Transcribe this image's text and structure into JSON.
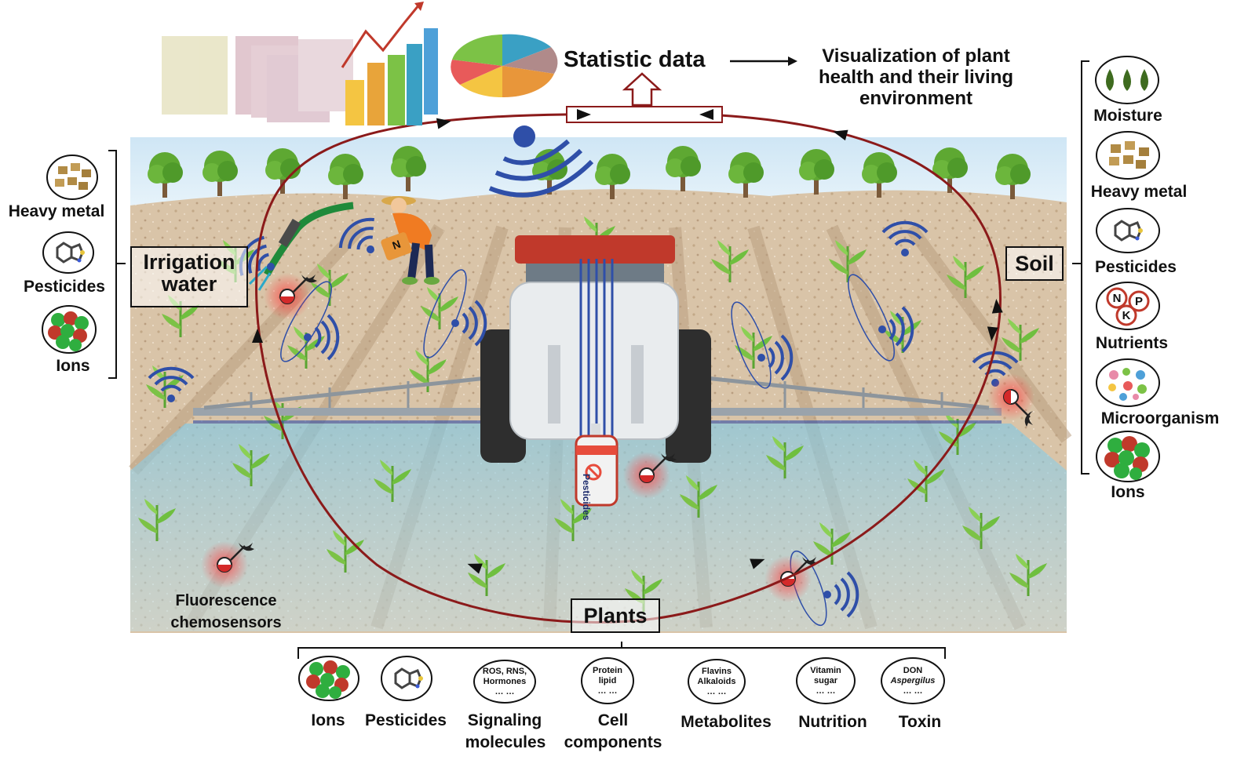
{
  "header": {
    "statistic_data": "Statistic data",
    "visualization": [
      "Visualization of plant",
      "health and their living",
      "environment"
    ]
  },
  "left_panel": {
    "box_label": [
      "Irrigation",
      "water"
    ],
    "items": [
      {
        "label": "Heavy metal",
        "icon": "heavy-metal-icon"
      },
      {
        "label": "Pesticides",
        "icon": "pesticide-molecule-icon"
      },
      {
        "label": "Ions",
        "icon": "ions-icon"
      }
    ]
  },
  "right_panel": {
    "box_label": "Soil",
    "items": [
      {
        "label": "Moisture",
        "icon": "water-drops-icon"
      },
      {
        "label": "Heavy metal",
        "icon": "heavy-metal-icon"
      },
      {
        "label": "Pesticides",
        "icon": "pesticide-molecule-icon"
      },
      {
        "label": "Nutrients",
        "icon": "npk-icon",
        "letters": [
          "N",
          "P",
          "K"
        ]
      },
      {
        "label": "Microorganism",
        "icon": "microorganism-icon"
      },
      {
        "label": "Ions",
        "icon": "ions-icon"
      }
    ]
  },
  "farmer_bag_letter": "N",
  "sprayer_bottle": "Pesticides",
  "chemosensor_label": [
    "Fluorescence",
    "chemosensors"
  ],
  "plants": {
    "box_label": "Plants",
    "items": [
      {
        "icon": "ions-icon",
        "inner": [],
        "label": [
          "Ions"
        ]
      },
      {
        "icon": "pesticide-molecule-icon",
        "inner": [],
        "label": [
          "Pesticides"
        ]
      },
      {
        "icon": "text-circle-icon",
        "inner": [
          "ROS, RNS,",
          "Hormones",
          "… …"
        ],
        "label": [
          "Signaling",
          "molecules"
        ]
      },
      {
        "icon": "text-circle-icon",
        "inner": [
          "Protein",
          "lipid",
          "… …"
        ],
        "label": [
          "Cell",
          "components"
        ]
      },
      {
        "icon": "text-circle-icon",
        "inner": [
          "Flavins",
          "Alkaloids",
          "… …"
        ],
        "label": [
          "Metabolites"
        ]
      },
      {
        "icon": "text-circle-icon",
        "inner": [
          "Vitamin",
          "sugar",
          "… …"
        ],
        "label": [
          "Nutrition"
        ]
      },
      {
        "icon": "text-circle-icon",
        "inner": [
          "DON",
          "Aspergilus",
          "… …"
        ],
        "label": [
          "Toxin"
        ]
      }
    ]
  },
  "colors": {
    "loop": "#8b1a1a",
    "sky": "#cfe6f5",
    "soil": "#d9c4a8",
    "furrow": "#b99e80",
    "water": "#8fcde6",
    "plant": "#6fbf3f",
    "signal": "#2f4fa8",
    "tractor_cab": "#c0392b",
    "sensor_red": "#d42a2a"
  }
}
